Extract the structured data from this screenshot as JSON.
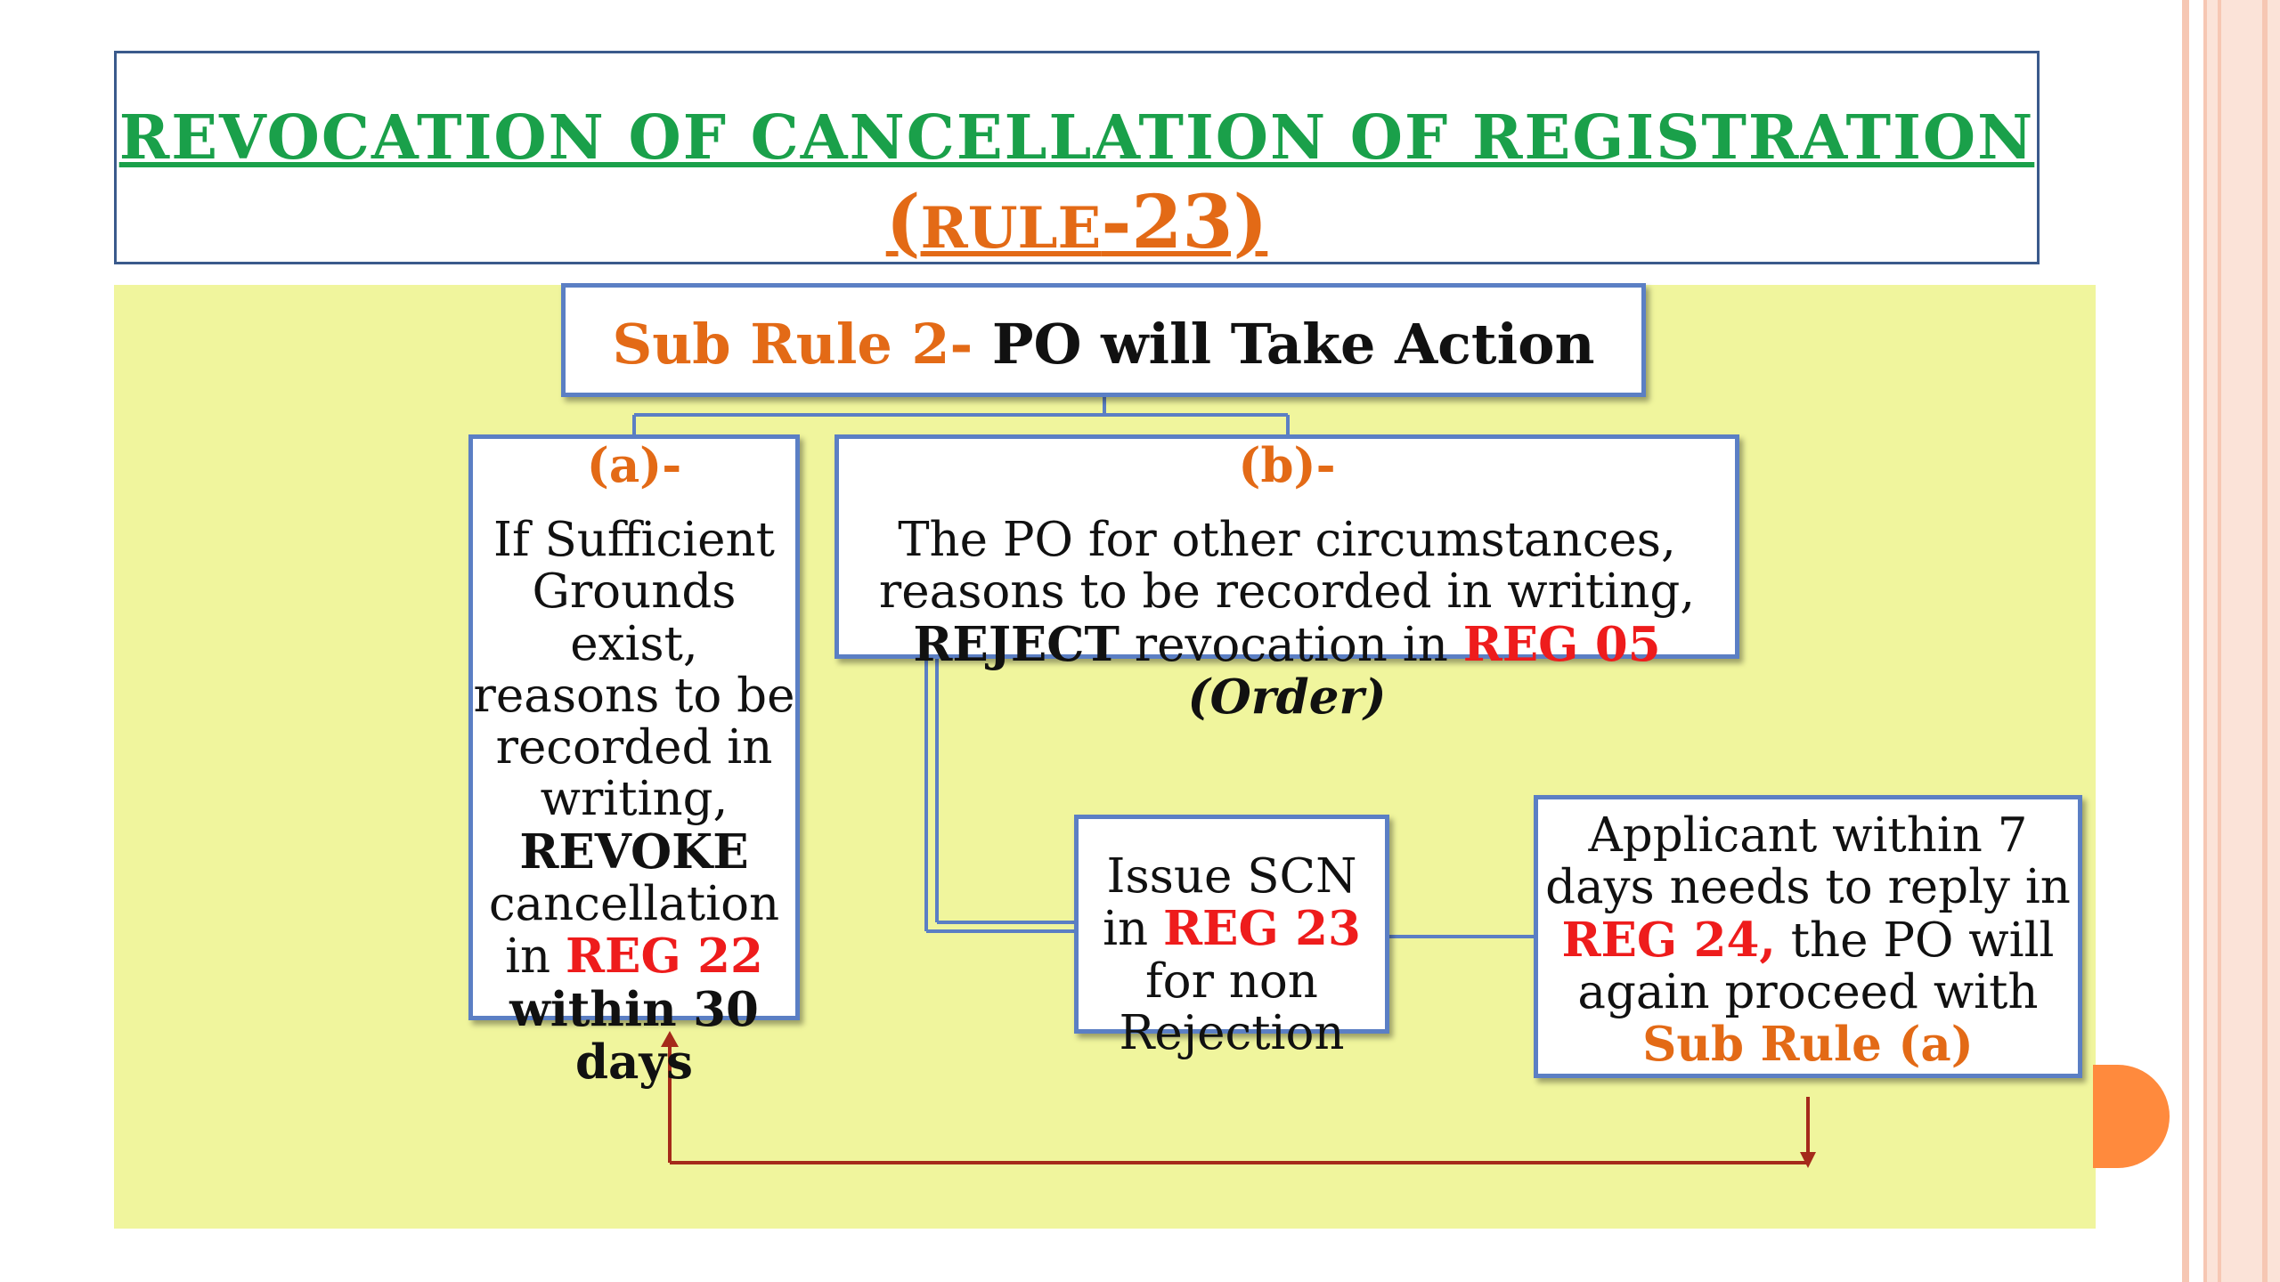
{
  "title": {
    "line1": "REVOCATION OF CANCELLATION OF REGISTRATION",
    "line2_open": "(",
    "line2_rule": "RULE",
    "line2_num": "-23)"
  },
  "top_box": {
    "prefix": "Sub Rule 2-",
    "text": " PO will Take Action"
  },
  "box_a": {
    "label": "(a)-",
    "t1": "If Sufficient Grounds exist, reasons to be recorded in writing, ",
    "t2": "REVOKE",
    "t3": " cancellation in ",
    "t4": "REG 22",
    "t5": " within 30 days"
  },
  "box_b": {
    "label": "(b)-",
    "t1": "The PO for other circumstances, reasons to be recorded in writing, ",
    "t2": "REJECT",
    "t3": " revocation in ",
    "t4": "REG 05",
    "t5": " (Order)"
  },
  "box_scn": {
    "t1": "Issue SCN in ",
    "t2": "REG 23",
    "t3": " for non Rejection"
  },
  "box_app": {
    "t1": "Applicant within 7 days needs to reply in ",
    "t2": "REG 24,",
    "t3": " the PO will again proceed with ",
    "t4": "Sub Rule (a)"
  },
  "colors": {
    "title_green": "#1aa04a",
    "accent_orange": "#e36a16",
    "highlight_red": "#ee1c1c",
    "box_border": "#5b7fc4",
    "diagram_bg": "#f0f59d",
    "arrow": "#a52a1a"
  }
}
